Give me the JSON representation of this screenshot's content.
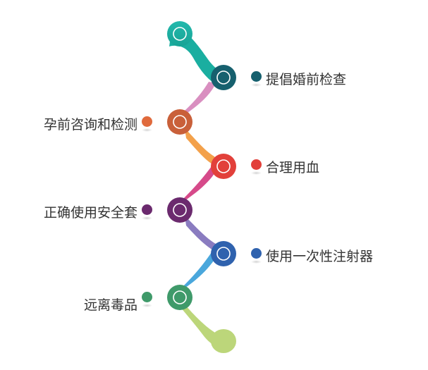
{
  "colors": {
    "teal": "#1aaea0",
    "dark_teal": "#16606e",
    "pink": "#d98fc0",
    "orange_brown": "#c9603a",
    "orange": "#f3a14b",
    "red": "#e2403a",
    "magenta": "#d64a8a",
    "purple": "#6b2a6e",
    "lavender": "#8a7cc0",
    "blue": "#2f62ae",
    "sky": "#4aa7dc",
    "green": "#3f9a6a",
    "lime": "#bcd67a",
    "label_text": "#333333"
  },
  "items": [
    {
      "label": "提倡婚前检查",
      "side": "right",
      "color": "#16606e"
    },
    {
      "label": "孕前咨询和检测",
      "side": "left",
      "color": "#e06a3c"
    },
    {
      "label": "合理用血",
      "side": "right",
      "color": "#e2403a"
    },
    {
      "label": "正确使用安全套",
      "side": "left",
      "color": "#6b2a6e"
    },
    {
      "label": "使用一次性注射器",
      "side": "right",
      "color": "#2f62ae"
    },
    {
      "label": "远离毒品",
      "side": "left",
      "color": "#3f9a6a"
    }
  ]
}
